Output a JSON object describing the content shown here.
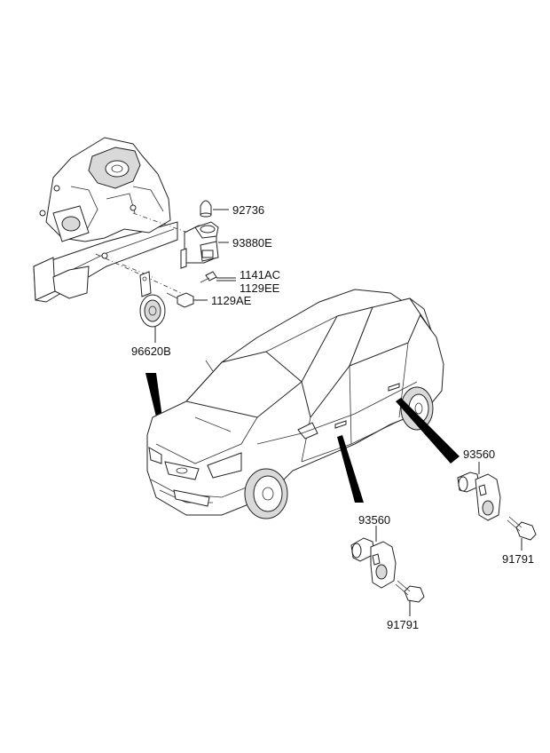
{
  "parts": {
    "p92736": "92736",
    "p93880E": "93880E",
    "p1141AC": "1141AC",
    "p1129EE": "1129EE",
    "p1129AE": "1129AE",
    "p96620B": "96620B",
    "p93560_rear": "93560",
    "p91791_rear": "91791",
    "p93560_front": "93560",
    "p91791_front": "91791"
  }
}
